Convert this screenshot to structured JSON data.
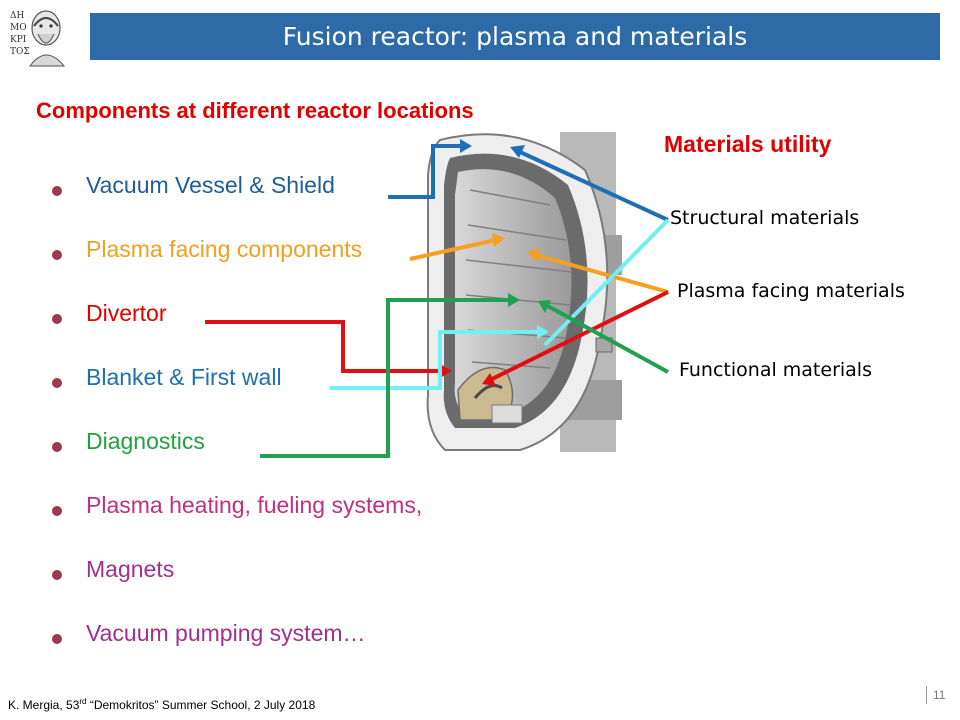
{
  "title": "Fusion reactor: plasma and materials",
  "components_heading": "Components at different reactor locations",
  "components": [
    {
      "label": "Vacuum Vessel & Shield",
      "color": "#1f5c9a"
    },
    {
      "label": "Plasma facing components",
      "color": "#f0a020"
    },
    {
      "label": "Divertor",
      "color": "#e00000"
    },
    {
      "label": "Blanket & First wall",
      "color": "#1f6fb0"
    },
    {
      "label": "Diagnostics",
      "color": "#20a040"
    },
    {
      "label": "Plasma heating, fueling systems,",
      "color": "#c03080"
    },
    {
      "label": "Magnets",
      "color": "#a03090"
    },
    {
      "label": "Vacuum pumping system…",
      "color": "#a03090"
    }
  ],
  "materials_heading": "Materials utility",
  "materials": {
    "structural": "Structural materials",
    "plasma_facing": "Plasma facing materials",
    "functional": "Functional materials"
  },
  "arrow_colors": {
    "vessel": "#1f6fb8",
    "plasma_facing": "#f5a020",
    "divertor": "#e01010",
    "blanket": "#70f0f0",
    "diagnostics": "#20a050"
  },
  "footer": {
    "author": "K. Mergia, 53",
    "sup": "rd",
    "rest": " “Demokritos” Summer School, 2 July 2018"
  },
  "page_number": "11"
}
